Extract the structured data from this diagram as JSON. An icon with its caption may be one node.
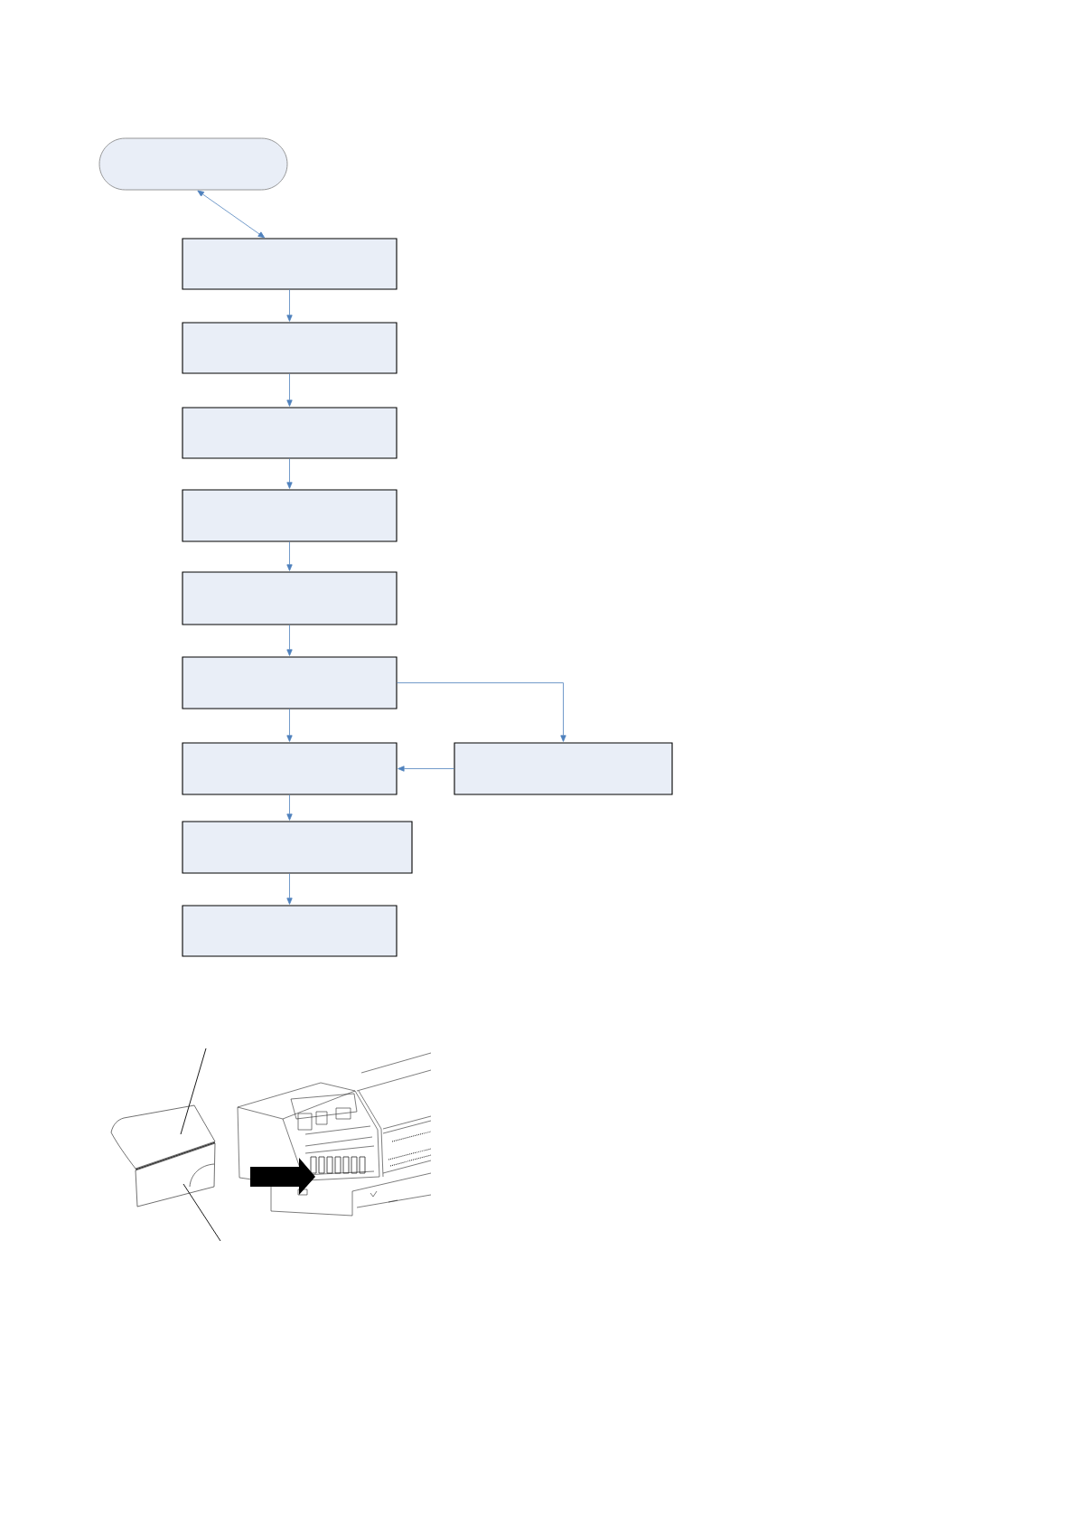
{
  "diagram": {
    "nodes": [
      {
        "text": [],
        "shape": "capsule"
      },
      {
        "text": [],
        "shape": "box"
      },
      {
        "text": [],
        "shape": "box"
      },
      {
        "text": [],
        "shape": "box"
      },
      {
        "text": [],
        "shape": "box"
      },
      {
        "text": [],
        "shape": "box"
      },
      {
        "text": [],
        "shape": "box"
      },
      {
        "text": [],
        "shape": "box"
      },
      {
        "text": [],
        "shape": "box"
      },
      {
        "text": [],
        "shape": "box"
      },
      {
        "text": [],
        "shape": "box"
      },
      {
        "text": [],
        "shape": "picture"
      },
      {
        "text": [],
        "shape": "picture"
      }
    ],
    "edges": [
      {
        "from": 0,
        "to": 1,
        "arrow": "both"
      },
      {
        "from": 1,
        "to": 2,
        "arrow": "to"
      },
      {
        "from": 2,
        "to": 3,
        "arrow": "to"
      },
      {
        "from": 3,
        "to": 4,
        "arrow": "to"
      },
      {
        "from": 4,
        "to": 5,
        "arrow": "to"
      },
      {
        "from": 5,
        "to": 6,
        "arrow": "to"
      },
      {
        "from": 6,
        "to": 7,
        "arrow": "to"
      },
      {
        "from": 6,
        "to": 8,
        "arrow": "to"
      },
      {
        "from": 8,
        "to": 7,
        "arrow": "to"
      },
      {
        "from": 7,
        "to": 9,
        "arrow": "to"
      },
      {
        "from": 9,
        "to": 10,
        "arrow": "to"
      },
      {
        "from": null,
        "to": 11,
        "arrow": "none",
        "color": "#000000"
      },
      {
        "from": null,
        "to": 12,
        "arrow": "none",
        "color": "#000000"
      }
    ]
  }
}
